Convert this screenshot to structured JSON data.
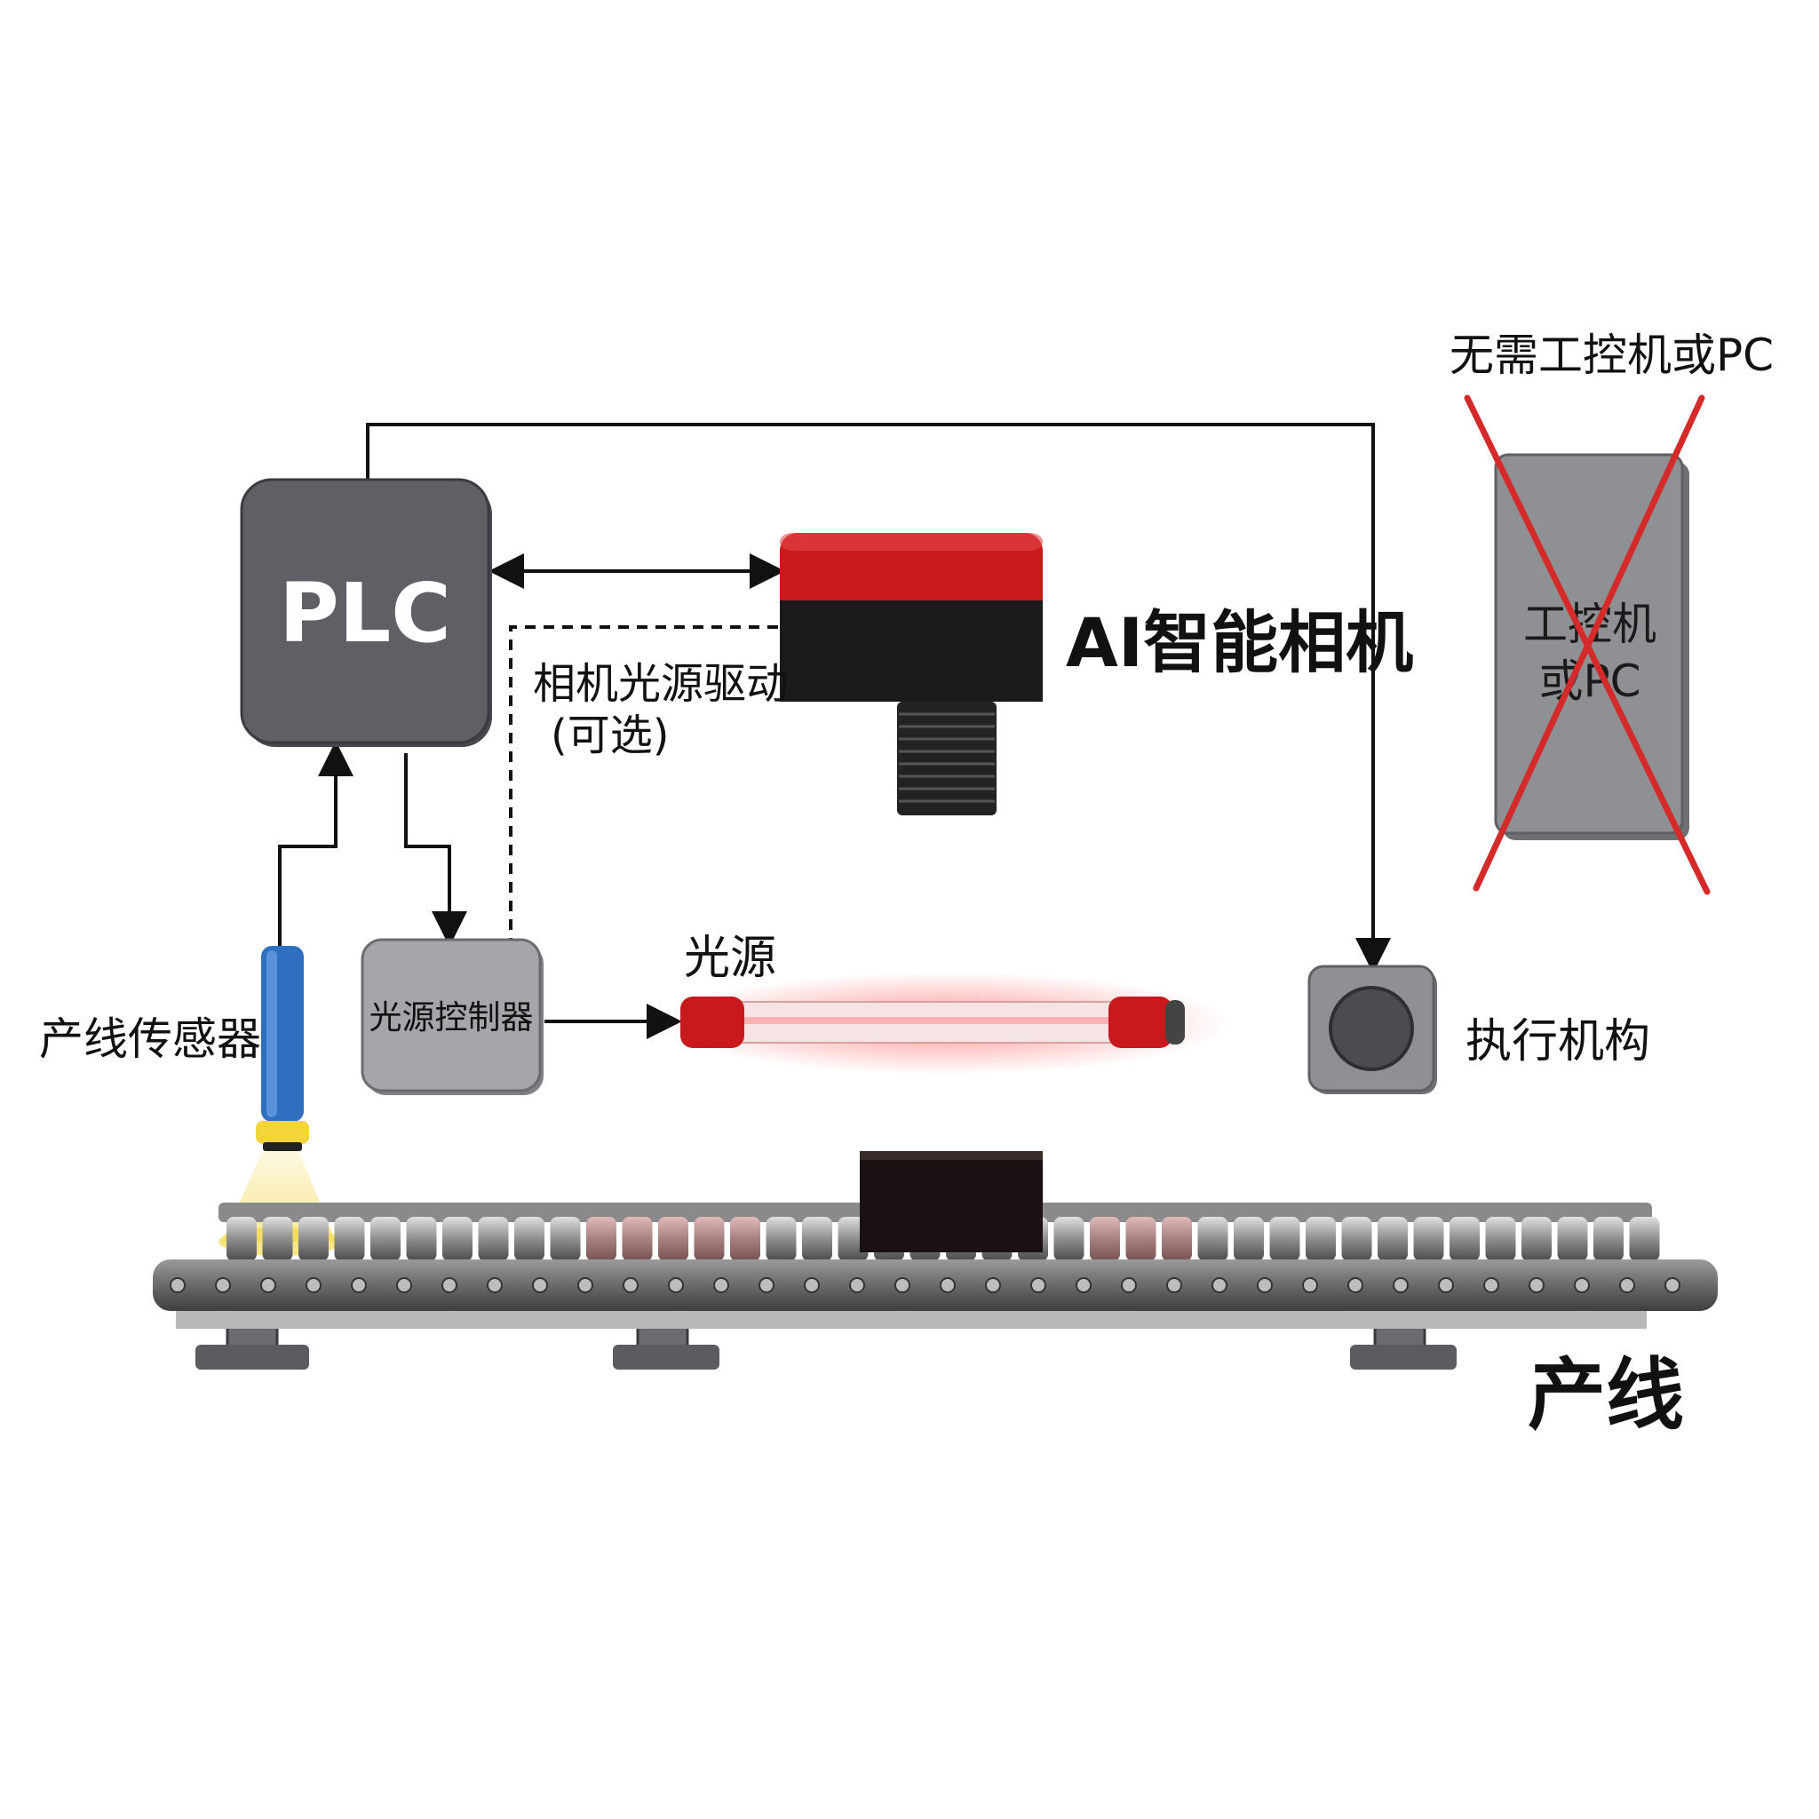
{
  "plc": {
    "label": "PLC"
  },
  "camera": {
    "label": "AI智能相机"
  },
  "camera_link": {
    "label_line1": "相机光源驱动",
    "label_line2": "(可选)"
  },
  "sensor": {
    "label": "产线传感器"
  },
  "light_controller": {
    "label": "光源控制器"
  },
  "light_source": {
    "label": "光源"
  },
  "actuator": {
    "label": "执行机构"
  },
  "no_pc": {
    "caption": "无需工控机或PC",
    "box_line1": "工控机",
    "box_line2": "或PC"
  },
  "production_line": {
    "label": "产线"
  },
  "colors": {
    "camera_red": "#c8191c",
    "device_gray": "#5e6066",
    "controller_gray": "#a4a6aa",
    "cross_red": "#d42a2a",
    "sensor_blue": "#2f6fc0",
    "sensor_yellow": "#f3d43a"
  }
}
